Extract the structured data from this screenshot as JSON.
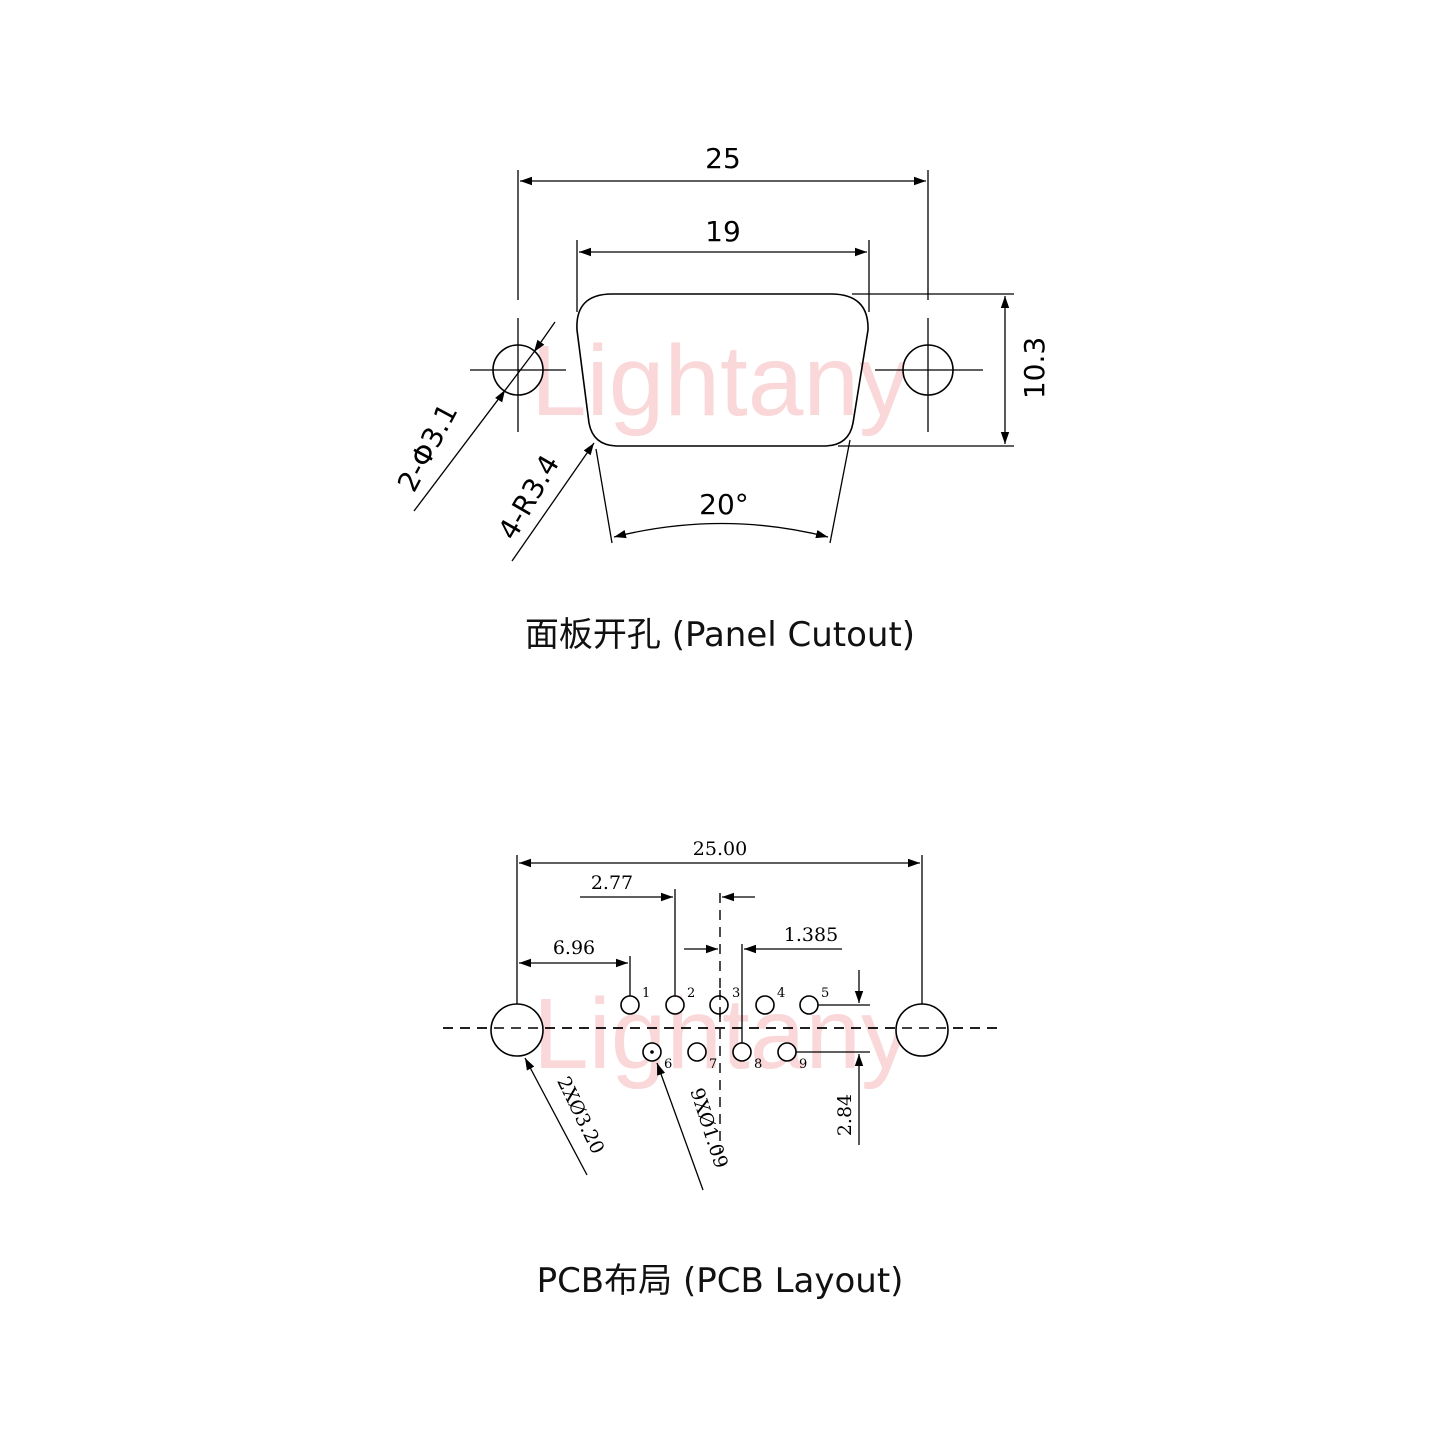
{
  "watermark": "Lightany",
  "panel": {
    "dims": {
      "width_overall": "25",
      "width_opening": "19",
      "height": "10.3",
      "angle": "20°",
      "hole_callout": "2-Φ3.1",
      "radius_callout": "4-R3.4"
    },
    "caption": "面板开孔 (Panel Cutout)"
  },
  "pcb": {
    "dims": {
      "overall": "25.00",
      "pitch": "2.77",
      "offset": "6.96",
      "half_pitch": "1.385",
      "row_spacing": "2.84",
      "mount_hole_callout": "2XØ3.20",
      "pin_hole_callout": "9XØ1.09"
    },
    "pins_top": [
      "1",
      "2",
      "3",
      "4",
      "5"
    ],
    "pins_bottom": [
      "6",
      "7",
      "8",
      "9"
    ],
    "caption": "PCB布局 (PCB Layout)"
  }
}
